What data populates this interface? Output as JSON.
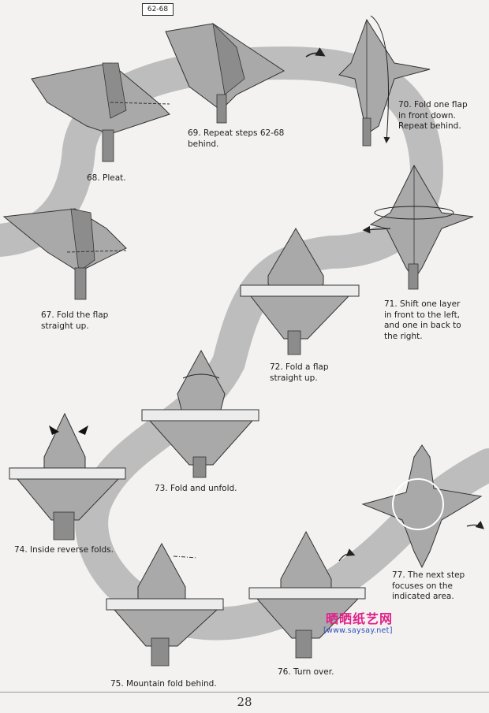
{
  "steps": {
    "s67": "67. Fold the flap\nstraight up.",
    "s68": "68. Pleat.",
    "s69": "69. Repeat steps 62-68\nbehind.",
    "s70": "70. Fold one flap\nin front down.\nRepeat behind.",
    "s71": "71. Shift one layer\nin front to the left,\nand one in back to\nthe right.",
    "s72": "72. Fold a flap\nstraight up.",
    "s73": "73. Fold and unfold.",
    "s74": "74. Inside reverse folds.",
    "s75": "75.  Mountain fold behind.",
    "s76": "76. Turn over.",
    "s77": "77. The next step\nfocuses on the\nindicated area."
  },
  "reference_box": "62-68",
  "page_number": "28",
  "watermark": {
    "chinese": "晒晒纸艺网",
    "url": "[www.saysay.net]"
  },
  "colors": {
    "paper": "#a9a9a9",
    "paper_dark": "#8c8c8c",
    "band": "#bdbdbd",
    "background": "#f3f2f0",
    "watermark_pink": "#e0218a",
    "watermark_blue": "#2a4fbf"
  }
}
